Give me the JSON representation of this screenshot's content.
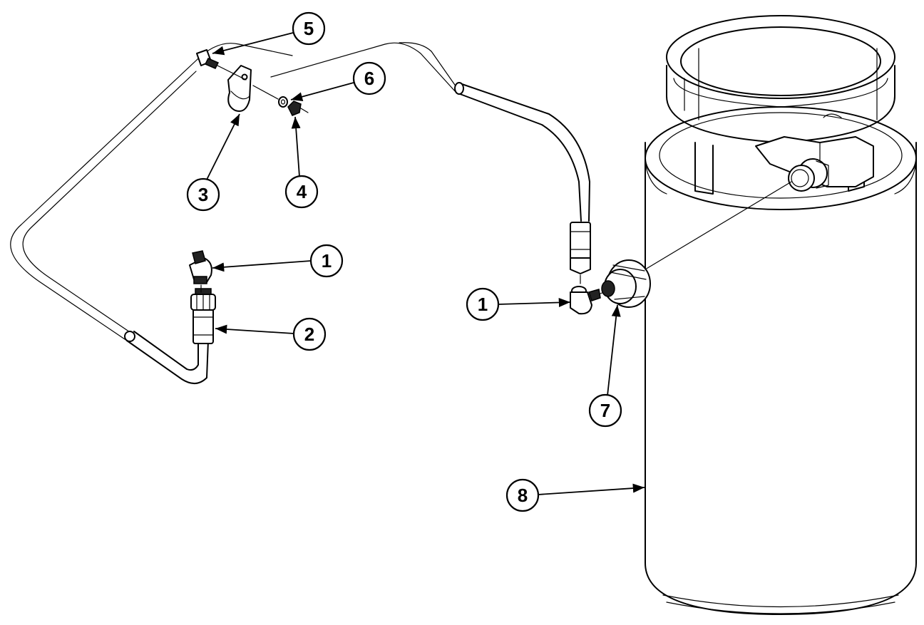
{
  "diagram": {
    "callouts": [
      {
        "id": "c5",
        "label": "5"
      },
      {
        "id": "c6",
        "label": "6"
      },
      {
        "id": "c3",
        "label": "3"
      },
      {
        "id": "c4",
        "label": "4"
      },
      {
        "id": "c1a",
        "label": "1"
      },
      {
        "id": "c2",
        "label": "2"
      },
      {
        "id": "c1b",
        "label": "1"
      },
      {
        "id": "c7",
        "label": "7"
      },
      {
        "id": "c8",
        "label": "8"
      }
    ]
  }
}
